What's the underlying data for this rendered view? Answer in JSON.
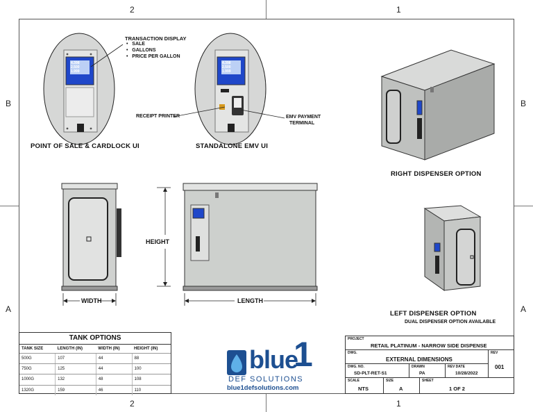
{
  "zones": {
    "top_left": "2",
    "top_right": "1",
    "bottom_left": "2",
    "bottom_right": "1",
    "left_upper": "B",
    "left_lower": "A",
    "right_upper": "B",
    "right_lower": "A"
  },
  "views": {
    "pos": {
      "label": "POINT OF SALE & CARDLOCK UI",
      "screen_lines": [
        "4.398",
        "2.500",
        "1.999"
      ],
      "callout_title": "TRANSACTION DISPLAY",
      "callout_items": [
        "SALE",
        "GALLONS",
        "PRICE PER GALLON"
      ]
    },
    "emv": {
      "label": "STANDALONE EMV UI",
      "screen_lines": [
        "4.398",
        "2.500",
        "1.999"
      ],
      "printer_label": "RECEIPT PRINTER",
      "terminal_label_1": "EMV PAYMENT",
      "terminal_label_2": "TERMINAL"
    },
    "right_label": "RIGHT DISPENSER OPTION",
    "left_label": "LEFT DISPENSER OPTION",
    "left_sublabel": "DUAL DISPENSER OPTION AVAILABLE",
    "width_label": "WIDTH",
    "length_label": "LENGTH",
    "height_label": "HEIGHT"
  },
  "tank_options": {
    "title": "TANK OPTIONS",
    "headers": [
      "TANK SIZE",
      "LENGTH (IN)",
      "WIDTH (IN)",
      "HEIGHT (IN)"
    ],
    "rows": [
      [
        "500G",
        "107",
        "44",
        "88"
      ],
      [
        "750G",
        "125",
        "44",
        "100"
      ],
      [
        "1000G",
        "132",
        "48",
        "108"
      ],
      [
        "1320G",
        "159",
        "46",
        "110"
      ]
    ]
  },
  "logo": {
    "word": "blue",
    "numeral": "1",
    "tagline": "DEF SOLUTIONS",
    "url": "blue1defsolutions.com"
  },
  "title_block": {
    "project_cap": "PROJECT",
    "project": "RETAIL PLATINUM - NARROW SIDE DISPENSE",
    "dwg_cap": "DWG.",
    "dwg": "EXTERNAL DIMENSIONS",
    "rev_cap": "REV",
    "rev": "001",
    "dwgno_cap": "DWG. NO.",
    "dwgno": "SD-PLT-RET-S1",
    "drawn_cap": "DRAWN",
    "drawn": "PA",
    "revdate_cap": "REV DATE",
    "revdate": "10/28/2022",
    "scale_cap": "SCALE",
    "scale": "NTS",
    "size_cap": "SIZE",
    "size": "A",
    "sheet_cap": "SHEET",
    "sheet": "1 OF 2"
  },
  "colors": {
    "screen": "#1f47c9",
    "logo_blue": "#1d4f91",
    "steel": "#c9cbc9",
    "steel_dark": "#8e908e"
  }
}
